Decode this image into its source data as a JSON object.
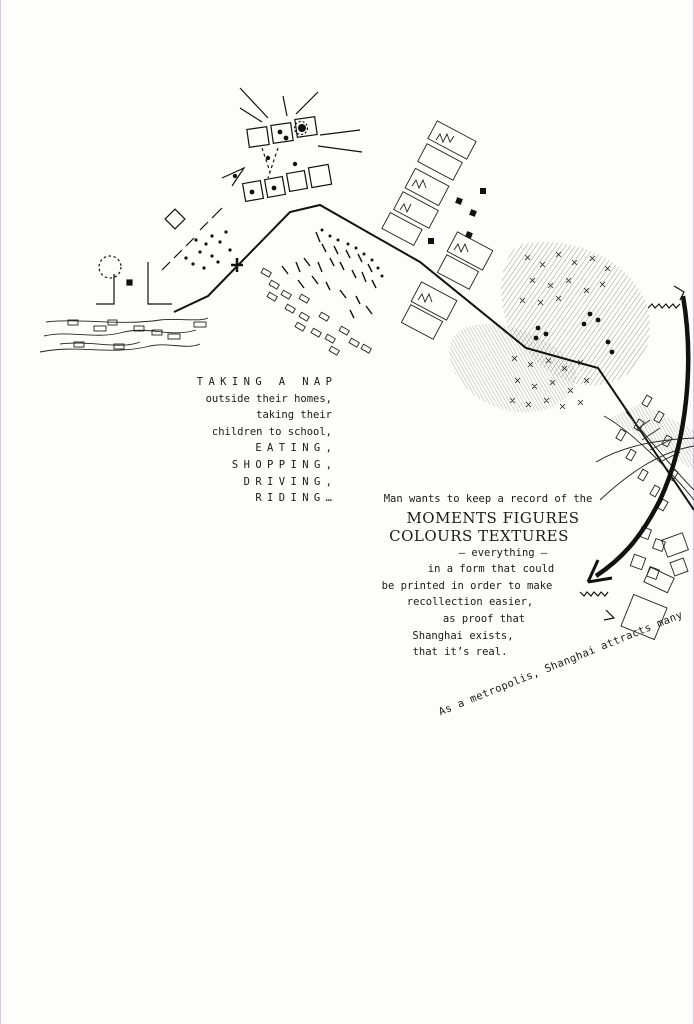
{
  "left_text": {
    "line1": "TAKING A NAP",
    "line2": "outside their homes,",
    "line3": "taking their",
    "line4": "children to school,",
    "line5": "EATING,",
    "line6": "SHOPPING,",
    "line7": "DRIVING,",
    "line8": "RIDING…"
  },
  "right_text": {
    "intro": "Man wants to keep a record of the",
    "big1": "MOMENTS FIGURES",
    "big2": "COLOURS TEXTURES",
    "everything": "– everything –",
    "line_form": "in a form that could",
    "line_print": "be printed in order to make",
    "line_recollection": "recollection easier,",
    "line_proof": "as proof that",
    "line_shanghai": "Shanghai exists,",
    "line_real": "that it’s real."
  },
  "rotated_text": "As a metropolis, Shanghai attracts many"
}
